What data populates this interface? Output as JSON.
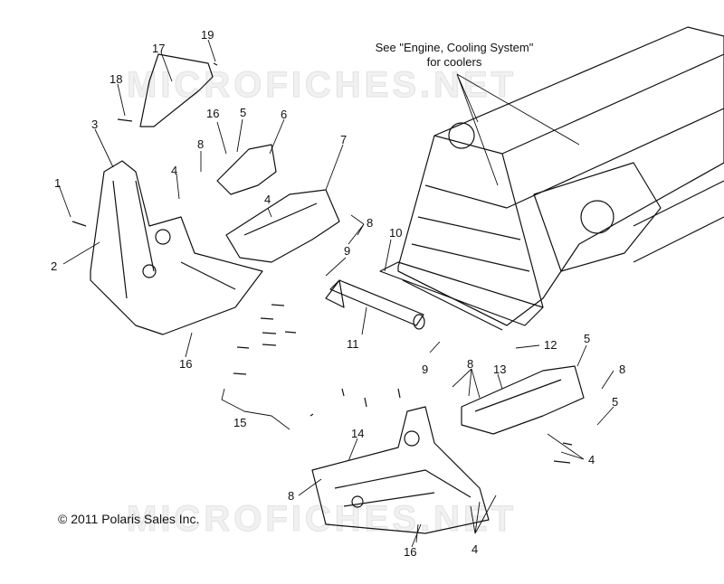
{
  "watermark": "MICROFICHES.NET",
  "note": {
    "line1": "See \"Engine, Cooling System\"",
    "line2": "for coolers"
  },
  "copyright": "© 2011 Polaris Sales Inc.",
  "callouts": [
    "1",
    "2",
    "3",
    "4",
    "5",
    "6",
    "7",
    "8",
    "9",
    "10",
    "11",
    "12",
    "13",
    "14",
    "15",
    "16",
    "17",
    "18",
    "19"
  ],
  "colors": {
    "line": "#111111",
    "watermark": "#e6e6e6",
    "background": "#ffffff"
  }
}
